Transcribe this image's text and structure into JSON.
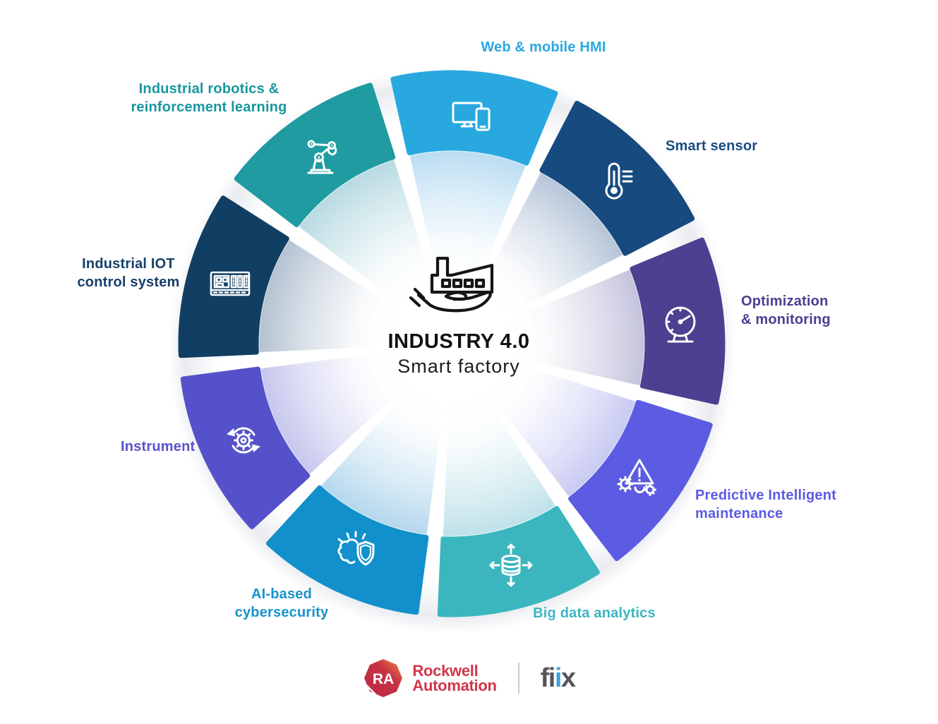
{
  "diagram": {
    "center": {
      "title": "INDUSTRY 4.0",
      "subtitle": "Smart factory",
      "icon": "factory-in-hand-icon",
      "title_color": "#111111"
    },
    "segments": [
      {
        "id": "web-mobile-hmi",
        "label": "Web & mobile HMI",
        "lines": [
          "Web & mobile HMI"
        ],
        "color": "#29A8E0",
        "text_color": "#29A8E0",
        "icon": "monitor-phone-icon"
      },
      {
        "id": "smart-sensor",
        "label": "Smart sensor",
        "lines": [
          "Smart sensor"
        ],
        "color": "#174A7E",
        "text_color": "#1B4B80",
        "icon": "thermometer-icon"
      },
      {
        "id": "optimization-monitoring",
        "label": "Optimization & monitoring",
        "lines": [
          "Optimization",
          "& monitoring"
        ],
        "color": "#4C4090",
        "text_color": "#4A3E92",
        "icon": "gauge-icon"
      },
      {
        "id": "predictive-intelligent-maintenance",
        "label": "Predictive Intelligent maintenance",
        "lines": [
          "Predictive Intelligent",
          "maintenance"
        ],
        "color": "#5C5CE2",
        "text_color": "#5C5BE4",
        "icon": "warning-gear-icon"
      },
      {
        "id": "big-data-analytics",
        "label": "Big data analytics",
        "lines": [
          "Big data analytics"
        ],
        "color": "#3BB6BE",
        "text_color": "#3BB6C1",
        "icon": "database-arrows-icon"
      },
      {
        "id": "ai-based-cybersecurity",
        "label": "AI-based cybersecurity",
        "lines": [
          "AI-based",
          "cybersecurity"
        ],
        "color": "#1190CB",
        "text_color": "#1793CD",
        "icon": "brain-shield-icon"
      },
      {
        "id": "instrument",
        "label": "Instrument",
        "lines": [
          "Instrument"
        ],
        "color": "#5551CB",
        "text_color": "#5A53CC",
        "icon": "gear-cycle-icon"
      },
      {
        "id": "industrial-iot-control-system",
        "label": "Industrial IOT control system",
        "lines": [
          "Industrial IOT",
          "control system"
        ],
        "color": "#113E63",
        "text_color": "#15406B",
        "icon": "control-panel-icon"
      },
      {
        "id": "industrial-robotics",
        "label": "Industrial robotics & reinforcement learning",
        "lines": [
          "Industrial robotics &",
          "reinforcement learning"
        ],
        "color": "#1F9BA1",
        "text_color": "#17989E",
        "icon": "robot-arm-icon"
      }
    ]
  },
  "footer": {
    "rockwell": {
      "monogram": "RA",
      "lines": [
        "Rockwell",
        "Automation"
      ],
      "red": "#D1364A"
    },
    "fiix": {
      "parts": [
        "fi",
        "i",
        "x"
      ],
      "gray": "#55565B",
      "blue": "#3FA0DC"
    }
  }
}
